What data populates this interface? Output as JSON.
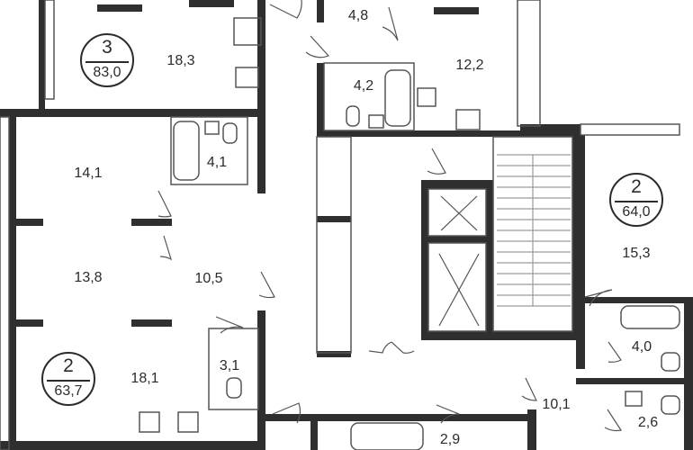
{
  "rooms": {
    "r1": "18,3",
    "r2": "4,8",
    "r3": "12,2",
    "r4": "4,2",
    "r5": "14,1",
    "r6": "4,1",
    "r7": "13,8",
    "r8": "10,5",
    "r9": "18,1",
    "r10": "3,1",
    "r11": "15,3",
    "r12": "4,0",
    "r13": "10,1",
    "r14": "2,6",
    "r15": "2,9"
  },
  "apartments": {
    "a1": {
      "rooms": "3",
      "area": "83,0"
    },
    "a2": {
      "rooms": "2",
      "area": "64,0"
    },
    "a3": {
      "rooms": "2",
      "area": "63,7"
    }
  },
  "colors": {
    "wall": "#2f2f2f",
    "line": "#555555",
    "partition": "#9a9a9a"
  }
}
